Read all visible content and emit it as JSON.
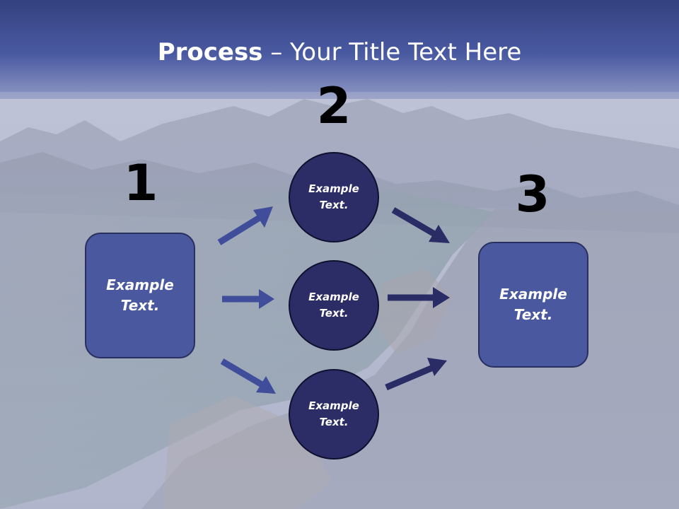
{
  "slide": {
    "title_bold": "Process",
    "title_rest": " – Your Title Text Here",
    "colors": {
      "header": "#3f4b93",
      "box_fill": "#4a58a0",
      "circle_fill": "#2c2d66",
      "arrow_left": "#3f4d9a",
      "arrow_right": "#2a2c66"
    }
  },
  "steps": {
    "step1": {
      "number": "1",
      "text": "Example\nText."
    },
    "step2": {
      "number": "2"
    },
    "step3": {
      "number": "3",
      "text": "Example\nText."
    }
  },
  "circles": [
    {
      "text": "Example\nText."
    },
    {
      "text": "Example\nText."
    },
    {
      "text": "Example\nText."
    }
  ]
}
